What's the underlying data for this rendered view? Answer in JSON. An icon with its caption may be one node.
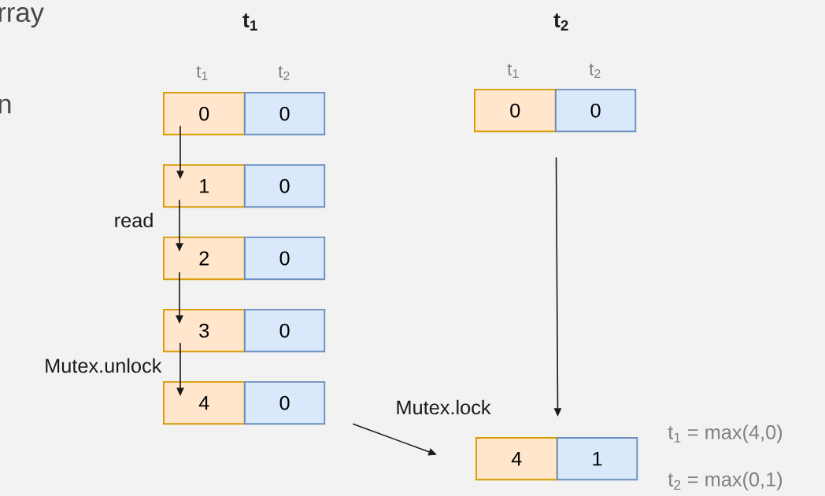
{
  "diagram": {
    "nodes": [
      {
        "text": [
          "0"
        ]
      },
      {
        "text": [
          "0"
        ]
      },
      {
        "text": [
          "1"
        ]
      },
      {
        "text": [
          "0"
        ]
      },
      {
        "text": [
          "2"
        ]
      },
      {
        "text": [
          "0"
        ]
      },
      {
        "text": [
          "3"
        ]
      },
      {
        "text": [
          "0"
        ]
      },
      {
        "text": [
          "4"
        ]
      },
      {
        "text": [
          "0"
        ]
      },
      {
        "text": [
          "0"
        ]
      },
      {
        "text": [
          "0"
        ]
      },
      {
        "text": [
          "4"
        ]
      },
      {
        "text": [
          "1"
        ]
      }
    ],
    "edges": [
      {
        "from": 0,
        "to": 2,
        "arrow": "to"
      },
      {
        "from": 2,
        "to": 4,
        "arrow": "to",
        "label": "read"
      },
      {
        "from": 4,
        "to": 6,
        "arrow": "to"
      },
      {
        "from": 6,
        "to": 8,
        "arrow": "to",
        "label": "Mutex.unlock"
      },
      {
        "from": 10,
        "to": 12,
        "arrow": "to"
      },
      {
        "from": 9,
        "to": 12,
        "arrow": "to",
        "label": "Mutex.lock"
      }
    ],
    "labels": [
      "rray",
      "t$_{1}$",
      "t$_{2}$",
      "t$_{1}$",
      "t$_{2}$",
      "t$_{1}$",
      "t$_{2}$",
      "n",
      "t$_{1}$ = max(4,0)",
      "t$_{2}$ = max(0,1)"
    ]
  }
}
